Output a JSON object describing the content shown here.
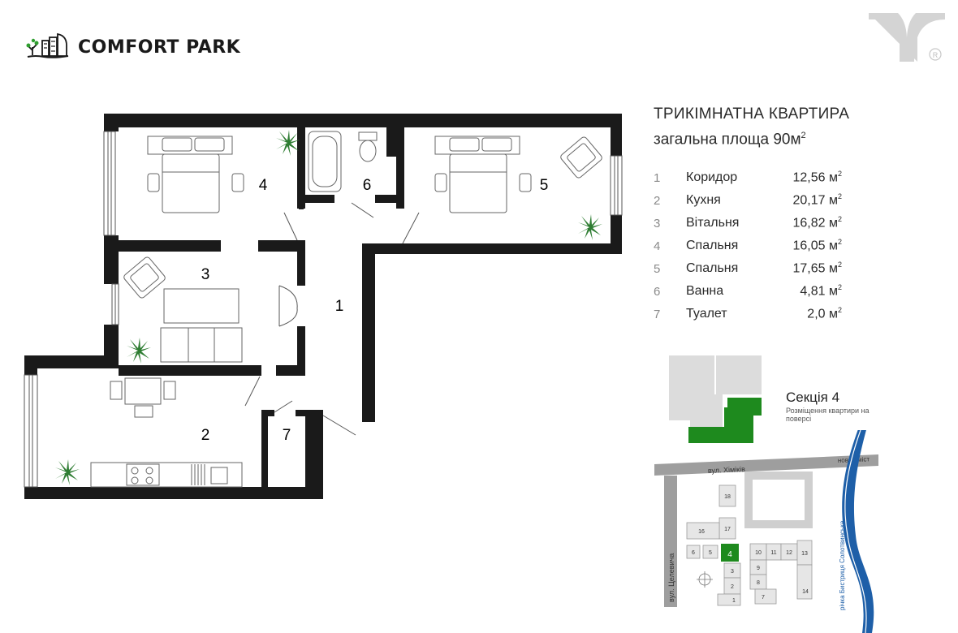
{
  "brand": {
    "name": "COMFORT PARK",
    "accent": "#1e8a1e",
    "wall": "#1a1a1a"
  },
  "apartment": {
    "title": "ТРИКІМНАТНА КВАРТИРА",
    "area_text": "загальна площа 90м",
    "area_sup": "2"
  },
  "rooms": [
    {
      "num": "1",
      "name": "Коридор",
      "area": "12,56 м",
      "sup": "2"
    },
    {
      "num": "2",
      "name": "Кухня",
      "area": "20,17 м",
      "sup": "2"
    },
    {
      "num": "3",
      "name": "Вітальня",
      "area": "16,82 м",
      "sup": "2"
    },
    {
      "num": "4",
      "name": "Спальня",
      "area": "16,05 м",
      "sup": "2"
    },
    {
      "num": "5",
      "name": "Спальня",
      "area": "17,65 м",
      "sup": "2"
    },
    {
      "num": "6",
      "name": "Ванна",
      "area": "4,81 м",
      "sup": "2"
    },
    {
      "num": "7",
      "name": "Туалет",
      "area": "2,0 м",
      "sup": "2"
    }
  ],
  "plan_labels": [
    "1",
    "2",
    "3",
    "4",
    "5",
    "6",
    "7"
  ],
  "section": {
    "title": "Секція 4",
    "description": "Розміщення квартири на поверсі"
  },
  "site_map": {
    "street_top": "вул. Хіміків",
    "street_left": "вул. Целевича",
    "bridge": "новий міст",
    "river": "річка Бистриця Солотвинська",
    "highlight": "4",
    "buildings": [
      "1",
      "2",
      "3",
      "5",
      "6",
      "7",
      "8",
      "9",
      "10",
      "11",
      "12",
      "13",
      "14",
      "16",
      "17",
      "18"
    ]
  }
}
